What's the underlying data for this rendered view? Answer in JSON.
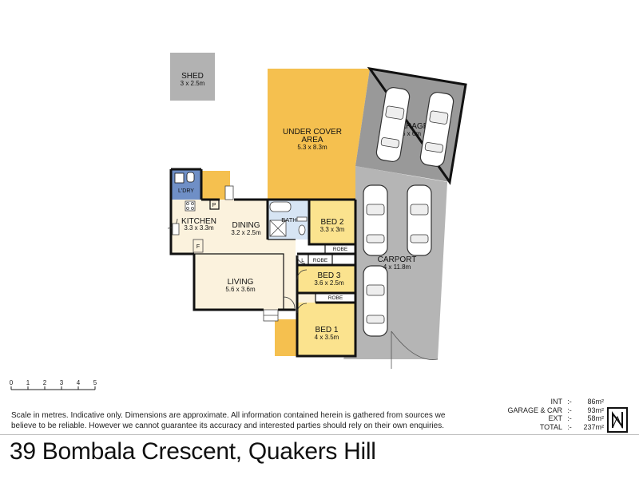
{
  "rooms": {
    "shed": {
      "name": "SHED",
      "size": "3 x 2.5m"
    },
    "under_cover": {
      "name_line1": "UNDER COVER",
      "name_line2": "AREA",
      "size": "5.3 x 8.3m"
    },
    "garage": {
      "name": "GARAGE",
      "size": "6 x 6m"
    },
    "laundry": {
      "name": "L'DRY"
    },
    "pantry": {
      "name": "P"
    },
    "kitchen": {
      "name": "KITCHEN",
      "size": "3.3 x 3.3m"
    },
    "fridge": {
      "name": "F"
    },
    "dining": {
      "name": "DINING",
      "size": "3.2 x 2.5m"
    },
    "bath": {
      "name": "BATH"
    },
    "bed2": {
      "name": "BED 2",
      "size": "3.3 x 3m"
    },
    "robe1": {
      "name": "ROBE"
    },
    "linen": {
      "name": "L"
    },
    "robe2": {
      "name": "ROBE"
    },
    "carport": {
      "name": "CARPORT",
      "size": "4 x 11.8m"
    },
    "living": {
      "name": "LIVING",
      "size": "5.6 x 3.6m"
    },
    "bed3": {
      "name": "BED 3",
      "size": "3.6 x 2.5m"
    },
    "robe3": {
      "name": "ROBE"
    },
    "bed1": {
      "name": "BED 1",
      "size": "4 x 3.5m"
    }
  },
  "scale_bar": {
    "ticks": [
      "0",
      "1",
      "2",
      "3",
      "4",
      "5"
    ]
  },
  "disclaimer": {
    "line1": "Scale in metres. Indicative only.  Dimensions are approximate.  All information contained herein is gathered from sources we",
    "line2": "believe to be reliable. However we cannot guarantee its accuracy and interested parties should rely on their own enquiries."
  },
  "areas": [
    {
      "label": "INT",
      "sep": ":-",
      "value": "86m²"
    },
    {
      "label": "GARAGE & CAR",
      "sep": ":-",
      "value": "93m²"
    },
    {
      "label": "EXT",
      "sep": ":-",
      "value": "58m²"
    },
    {
      "label": "TOTAL",
      "sep": ":-",
      "value": "237m²"
    }
  ],
  "title": "39 Bombala Crescent, Quakers Hill",
  "colors": {
    "orange": "#f5c04f",
    "grey": "#b0b0b0",
    "grey_dark": "#9a9a9a",
    "cream": "#fbf2dd",
    "yellow": "#fbe38e",
    "blue": "#6f8fc6",
    "light_blue": "#d7e5f4",
    "wall": "#111111"
  }
}
